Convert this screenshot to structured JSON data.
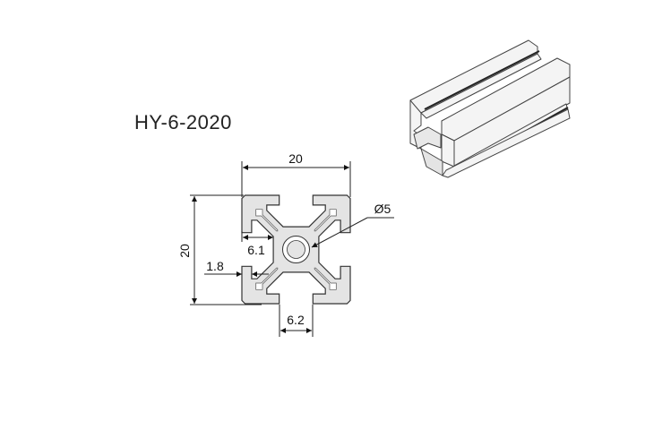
{
  "title": "HY-6-2020",
  "dimensions": {
    "width": "20",
    "height": "20",
    "slot_depth": "6.1",
    "lip_thickness": "1.8",
    "slot_opening": "6.2",
    "bore": "Ø5"
  },
  "colors": {
    "profile_fill": "#e4e4e4",
    "outline": "#333333"
  }
}
